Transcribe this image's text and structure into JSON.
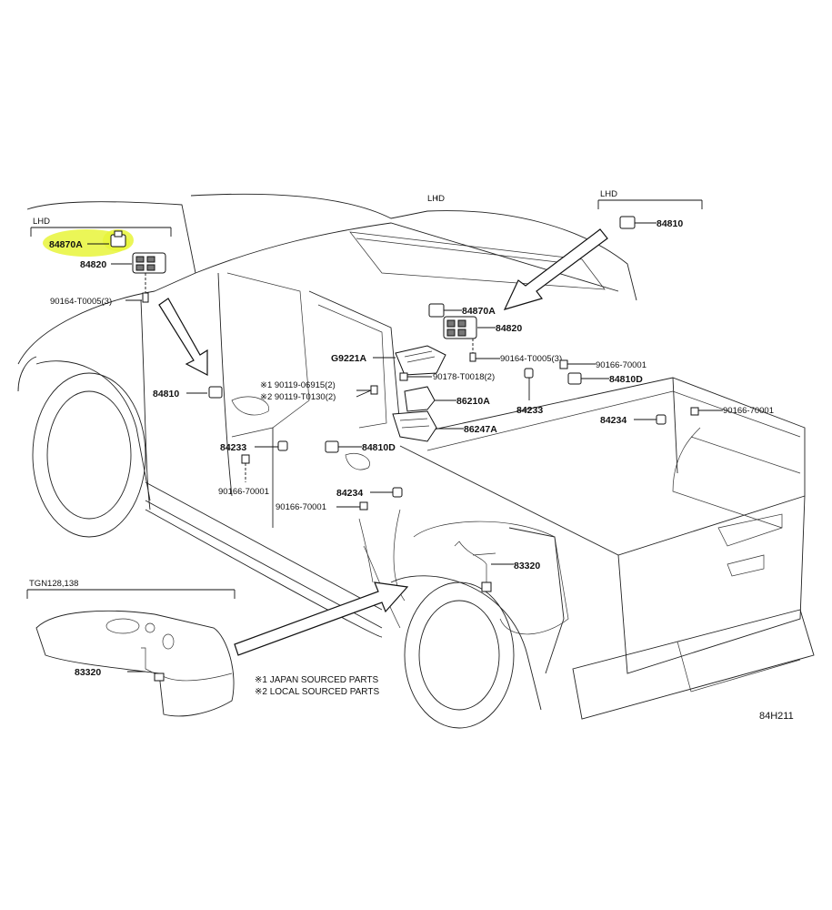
{
  "header_labels": {
    "lhd_left": "LHD",
    "lhd_center": "LHD",
    "lhd_right": "LHD",
    "tgn": "TGN128,138"
  },
  "parts": {
    "p84870A_left": "84870A",
    "p84820_left": "84820",
    "p90164_left": "90164-T0005(3)",
    "p84810_left": "84810",
    "note1_part": "※1 90119-06915(2)",
    "note2_part": "※2 90119-T0130(2)",
    "p84233_left": "84233",
    "p90166_left": "90166-70001",
    "p84870A_center": "84870A",
    "p84820_center": "84820",
    "pG9221A": "G9221A",
    "p90164_center": "90164-T0005(3)",
    "p90178": "90178-T0018(2)",
    "p86210A": "86210A",
    "p86247A": "86247A",
    "p84810D_center": "84810D",
    "p84234_center": "84234",
    "p90166_center": "90166-70001",
    "p83320_center": "83320",
    "p84810_right": "84810",
    "p90166_right_top": "90166-70001",
    "p84810D_right": "84810D",
    "p84233_right": "84233",
    "p84234_right": "84234",
    "p90166_right": "90166-70001",
    "p83320_tank": "83320"
  },
  "notes": {
    "japan": "※1 JAPAN SOURCED PARTS",
    "local": "※2 LOCAL SOURCED PARTS"
  },
  "diagram_code": "84H211",
  "highlight_color": "#e8f53a"
}
